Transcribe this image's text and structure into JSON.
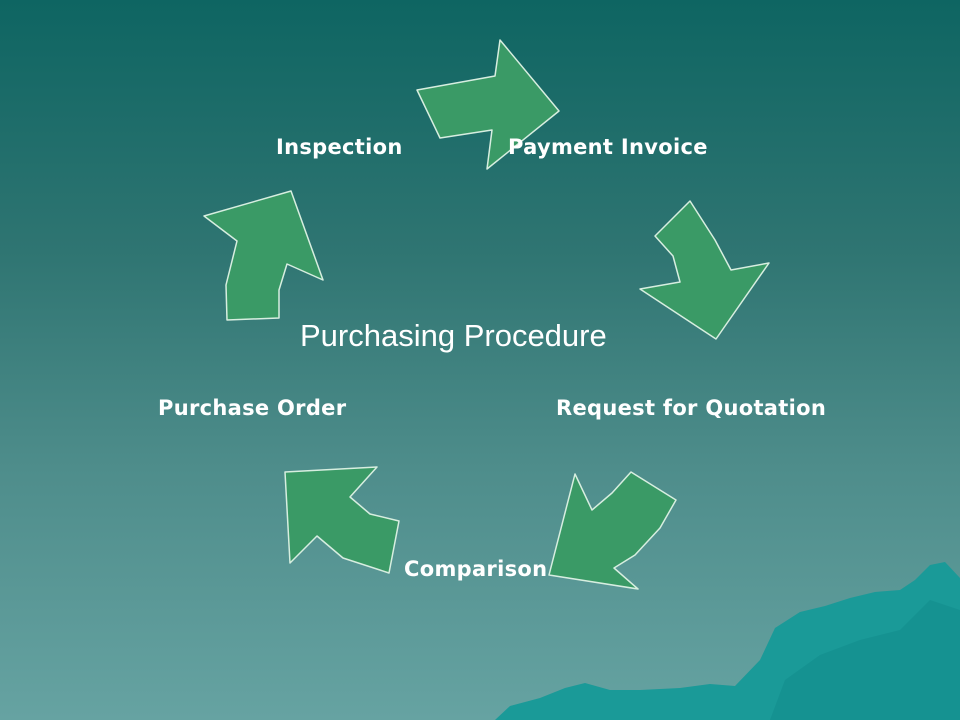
{
  "diagram": {
    "title": "Purchasing Procedure",
    "steps": [
      "Payment Invoice",
      "Request for Quotation",
      "Comparison",
      "Purchase Order",
      "Inspection"
    ]
  },
  "colors": {
    "arrow_fill": "#3a9a66",
    "arrow_stroke": "#d7eee0",
    "label_text": "#ffffff",
    "background_top": "#0e6562",
    "background_bottom": "#66a3a2",
    "mountain": "#1a9a98"
  }
}
